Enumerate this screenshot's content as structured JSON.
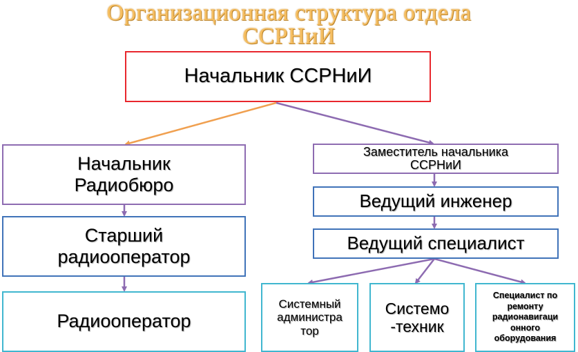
{
  "title": {
    "line1": "Организационная структура отдела",
    "line2": "ССРНиИ"
  },
  "nodes": {
    "head": "Начальник ССРНиИ",
    "radio_bureau_head_l1": "Начальник",
    "radio_bureau_head_l2": "Радиобюро",
    "senior_radio_operator_l1": "Старший",
    "senior_radio_operator_l2": "радиооператор",
    "radio_operator": "Радиооператор",
    "deputy_head_l1": "Заместитель начальника",
    "deputy_head_l2": "ССРНиИ",
    "lead_engineer": "Ведущий инженер",
    "lead_specialist": "Ведущий специалист",
    "sysadmin_l1": "Системный",
    "sysadmin_l2": "администра",
    "sysadmin_l3": "тор",
    "systech_l1": "Системо",
    "systech_l2": "-техник",
    "repair_l1": "Специалист по",
    "repair_l2": "ремонту",
    "repair_l3": "радионавигаци",
    "repair_l4": "онного",
    "repair_l5": "оборудования"
  },
  "colors": {
    "title": "#f6bf62",
    "head_border": "#e8262c",
    "purple_border": "#8d6bb1",
    "blue_border": "#3f72b8",
    "cyan_border": "#3fb6cf",
    "arrow_orange": "#f0a050",
    "arrow_purple": "#8d6bb1"
  }
}
